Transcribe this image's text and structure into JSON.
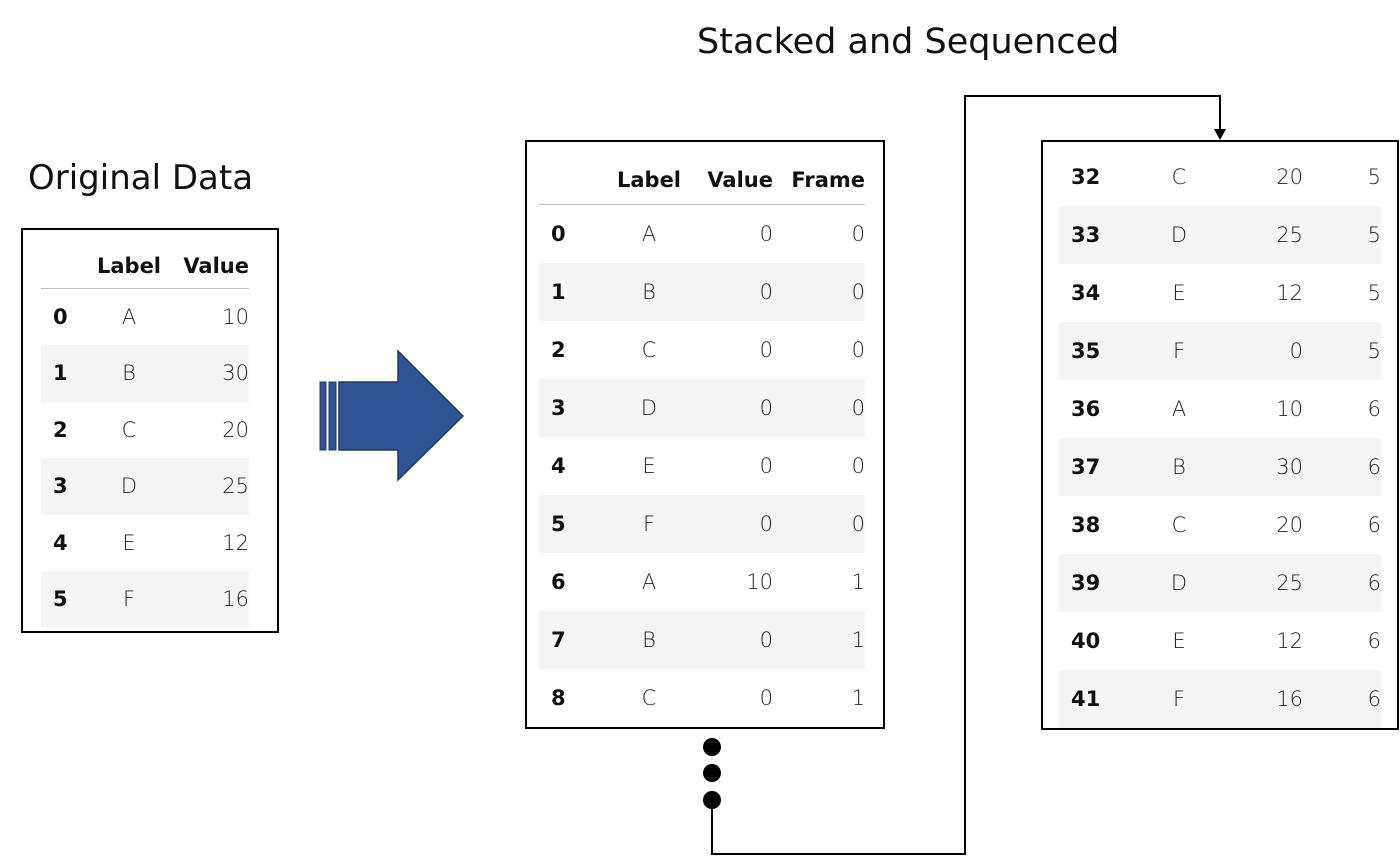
{
  "titles": {
    "original": "Original Data",
    "stacked": "Stacked and Sequenced"
  },
  "original_table": {
    "columns": [
      "",
      "Label",
      "Value"
    ],
    "rows": [
      {
        "index": "0",
        "label": "A",
        "value": "10"
      },
      {
        "index": "1",
        "label": "B",
        "value": "30"
      },
      {
        "index": "2",
        "label": "C",
        "value": "20"
      },
      {
        "index": "3",
        "label": "D",
        "value": "25"
      },
      {
        "index": "4",
        "label": "E",
        "value": "12"
      },
      {
        "index": "5",
        "label": "F",
        "value": "16"
      }
    ]
  },
  "stacked_table_a": {
    "columns": [
      "",
      "Label",
      "Value",
      "Frame"
    ],
    "rows": [
      {
        "index": "0",
        "label": "A",
        "value": "0",
        "frame": "0"
      },
      {
        "index": "1",
        "label": "B",
        "value": "0",
        "frame": "0"
      },
      {
        "index": "2",
        "label": "C",
        "value": "0",
        "frame": "0"
      },
      {
        "index": "3",
        "label": "D",
        "value": "0",
        "frame": "0"
      },
      {
        "index": "4",
        "label": "E",
        "value": "0",
        "frame": "0"
      },
      {
        "index": "5",
        "label": "F",
        "value": "0",
        "frame": "0"
      },
      {
        "index": "6",
        "label": "A",
        "value": "10",
        "frame": "1"
      },
      {
        "index": "7",
        "label": "B",
        "value": "0",
        "frame": "1"
      },
      {
        "index": "8",
        "label": "C",
        "value": "0",
        "frame": "1"
      }
    ]
  },
  "stacked_table_b": {
    "rows": [
      {
        "index": "32",
        "label": "C",
        "value": "20",
        "frame": "5"
      },
      {
        "index": "33",
        "label": "D",
        "value": "25",
        "frame": "5"
      },
      {
        "index": "34",
        "label": "E",
        "value": "12",
        "frame": "5"
      },
      {
        "index": "35",
        "label": "F",
        "value": "0",
        "frame": "5"
      },
      {
        "index": "36",
        "label": "A",
        "value": "10",
        "frame": "6"
      },
      {
        "index": "37",
        "label": "B",
        "value": "30",
        "frame": "6"
      },
      {
        "index": "38",
        "label": "C",
        "value": "20",
        "frame": "6"
      },
      {
        "index": "39",
        "label": "D",
        "value": "25",
        "frame": "6"
      },
      {
        "index": "40",
        "label": "E",
        "value": "12",
        "frame": "6"
      },
      {
        "index": "41",
        "label": "F",
        "value": "16",
        "frame": "6"
      }
    ]
  },
  "colors": {
    "arrow_fill": "#2f5597",
    "arrow_stroke": "#1f3864",
    "line": "#000000",
    "row_stripe": "#f5f5f5"
  },
  "icons": [
    "right-arrow-icon",
    "ellipsis-dots-icon",
    "connector-arrow-icon"
  ]
}
